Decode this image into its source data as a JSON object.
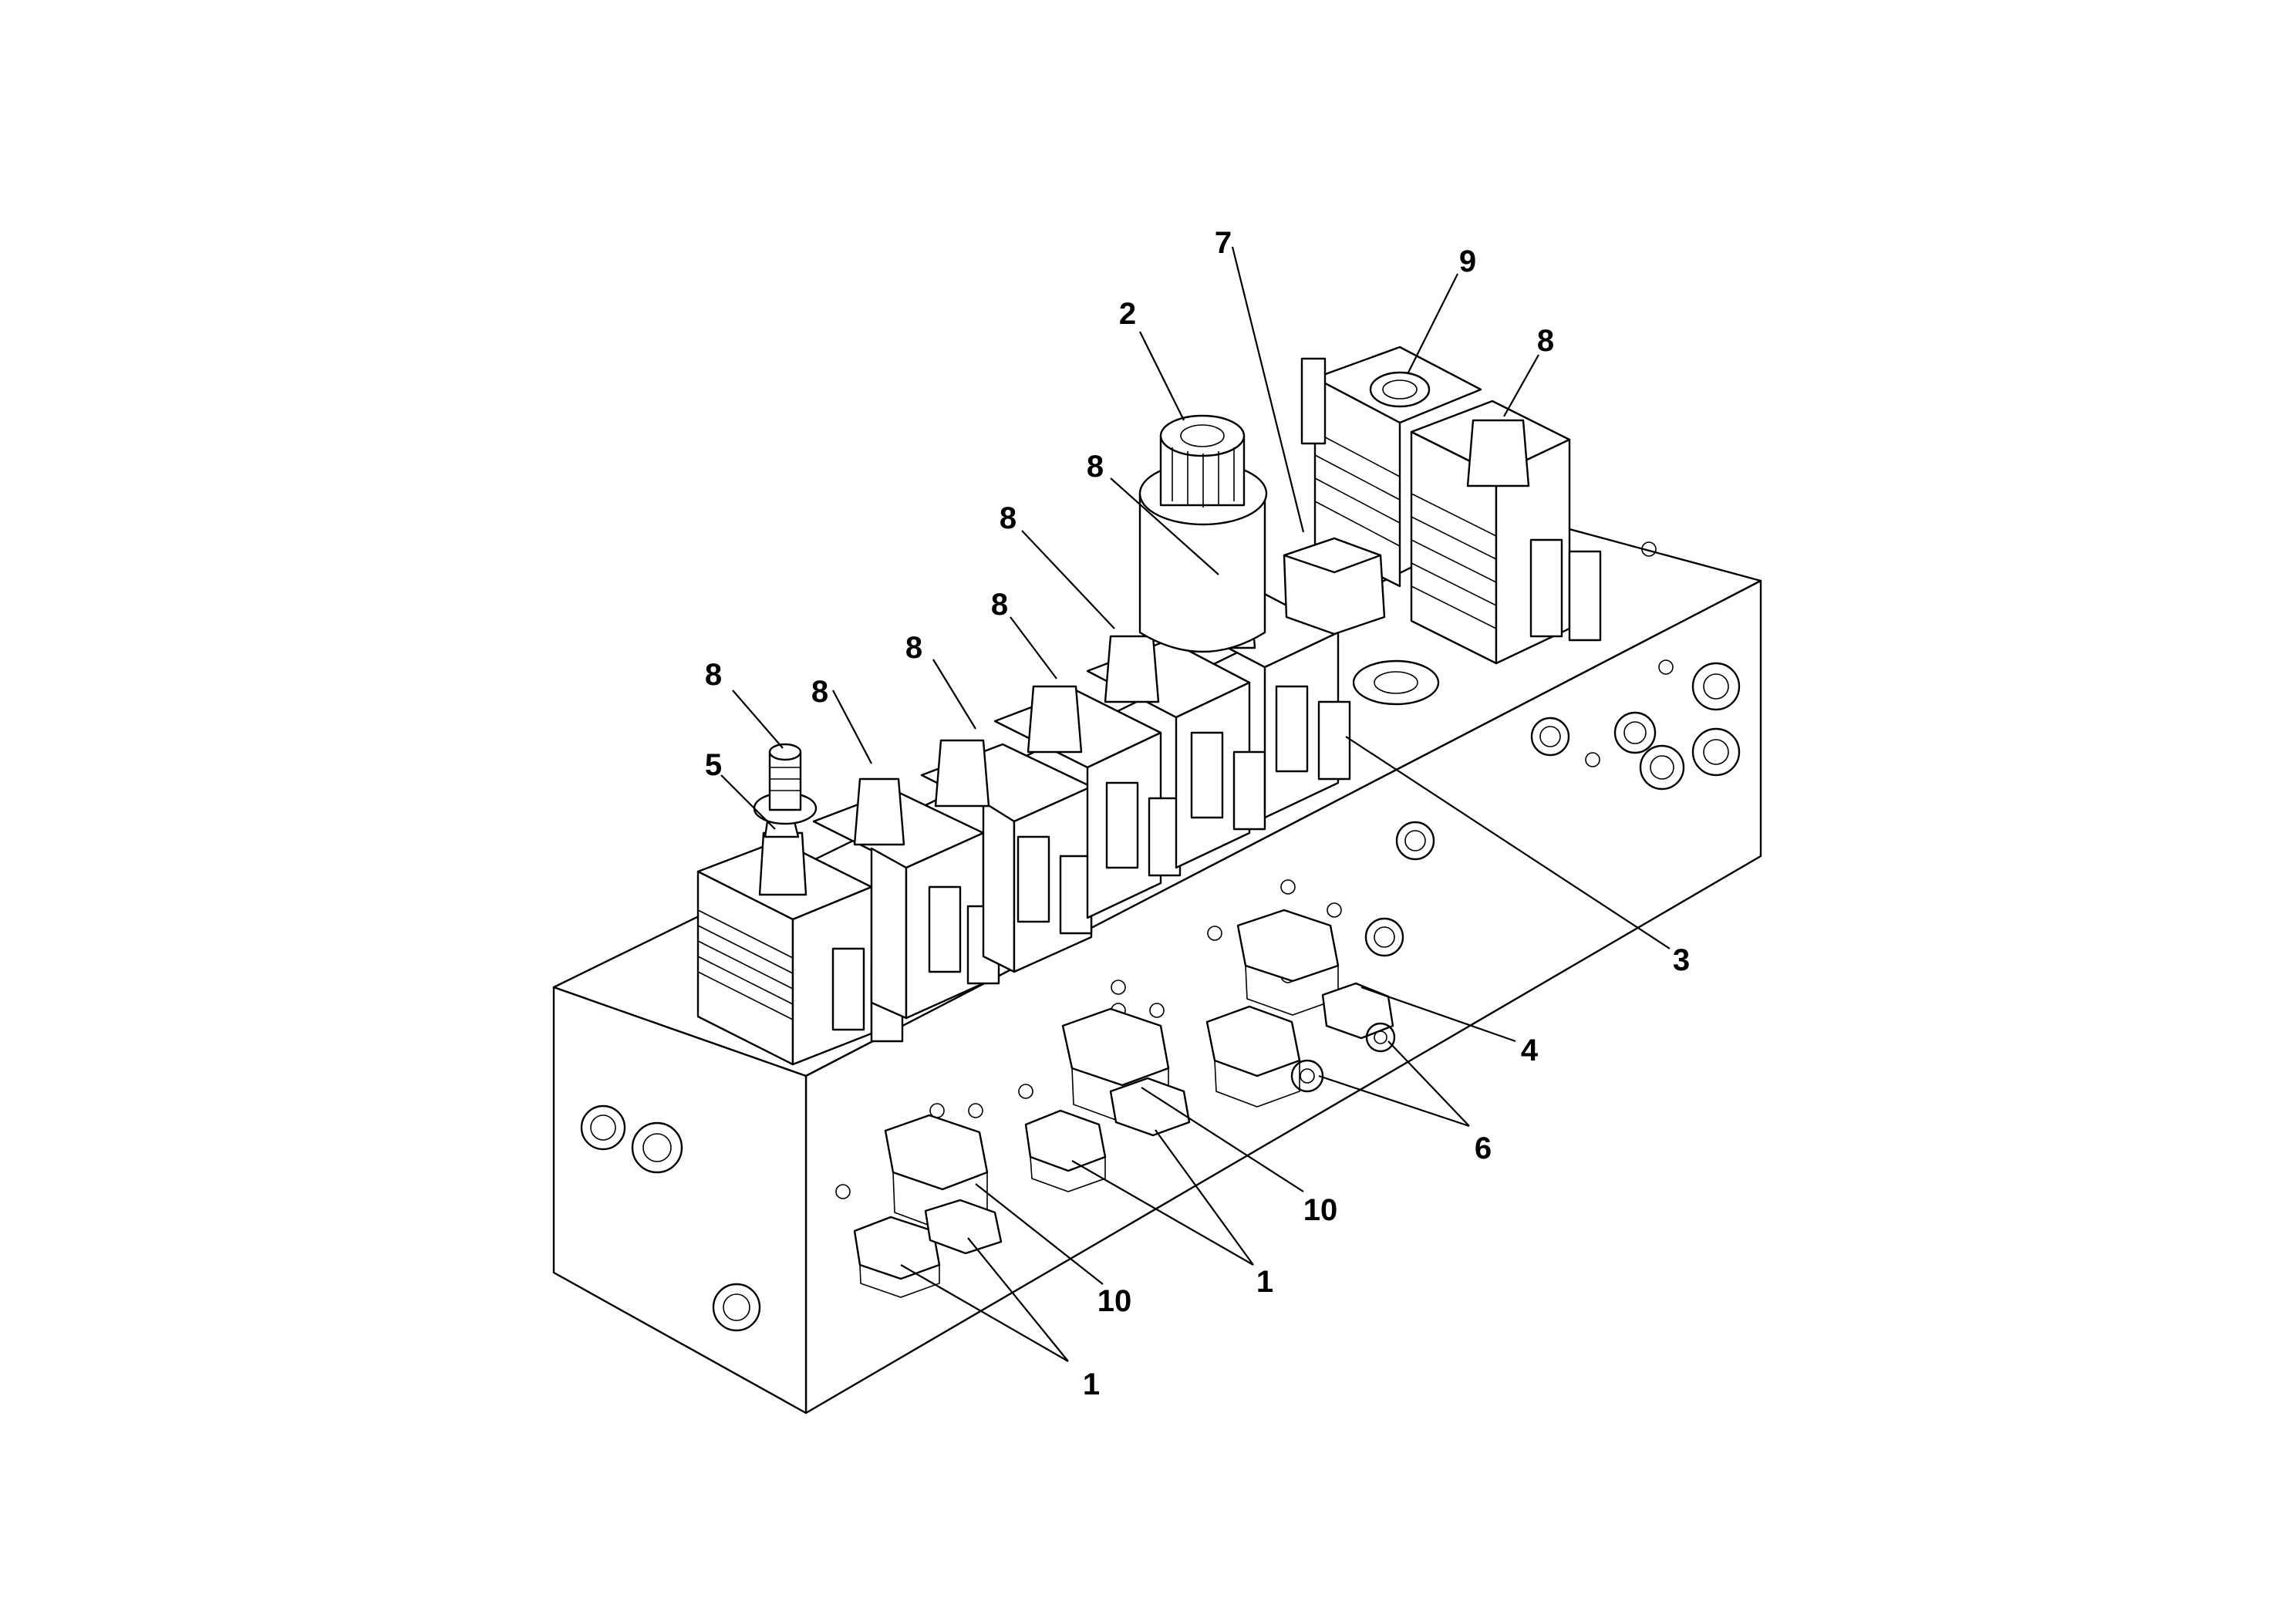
{
  "callouts": [
    {
      "id": "c2",
      "text": "2"
    },
    {
      "id": "c7",
      "text": "7"
    },
    {
      "id": "c9",
      "text": "9"
    },
    {
      "id": "c8a",
      "text": "8"
    },
    {
      "id": "c8b",
      "text": "8"
    },
    {
      "id": "c8c",
      "text": "8"
    },
    {
      "id": "c8d",
      "text": "8"
    },
    {
      "id": "c8e",
      "text": "8"
    },
    {
      "id": "c8f",
      "text": "8"
    },
    {
      "id": "c8g",
      "text": "8"
    },
    {
      "id": "c5",
      "text": "5"
    },
    {
      "id": "c3",
      "text": "3"
    },
    {
      "id": "c4",
      "text": "4"
    },
    {
      "id": "c6",
      "text": "6"
    },
    {
      "id": "c10a",
      "text": "10"
    },
    {
      "id": "c10b",
      "text": "10"
    },
    {
      "id": "c1a",
      "text": "1"
    },
    {
      "id": "c1b",
      "text": "1"
    }
  ]
}
